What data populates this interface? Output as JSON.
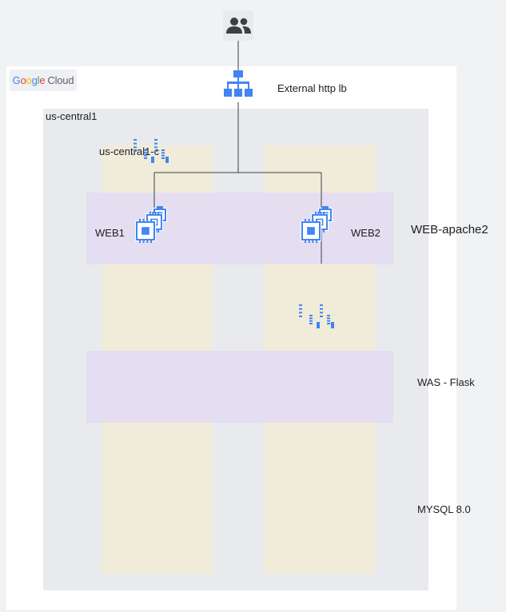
{
  "logo": {
    "google": [
      "G",
      "o",
      "o",
      "g",
      "l",
      "e"
    ],
    "cloud": "Cloud"
  },
  "region": {
    "label": "us-central1"
  },
  "zone": {
    "label": "us-central1-c"
  },
  "load_balancer": {
    "label": "External http lb",
    "icon": "load-balancer-icon"
  },
  "users": {
    "icon": "users-icon"
  },
  "instances": [
    {
      "label": "WEB1",
      "icon": "compute-engine-icon"
    },
    {
      "label": "WEB2",
      "icon": "compute-engine-icon"
    }
  ],
  "tiers": {
    "web": "WEB-apache2",
    "was": "WAS - Flask",
    "db": "MYSQL 8.0"
  },
  "colors": {
    "gcp_blue": "#4285f4",
    "region_bg": "#e8eaed",
    "zone_bg": "#f1ebda",
    "tier_bg": "#e4ddf1"
  }
}
